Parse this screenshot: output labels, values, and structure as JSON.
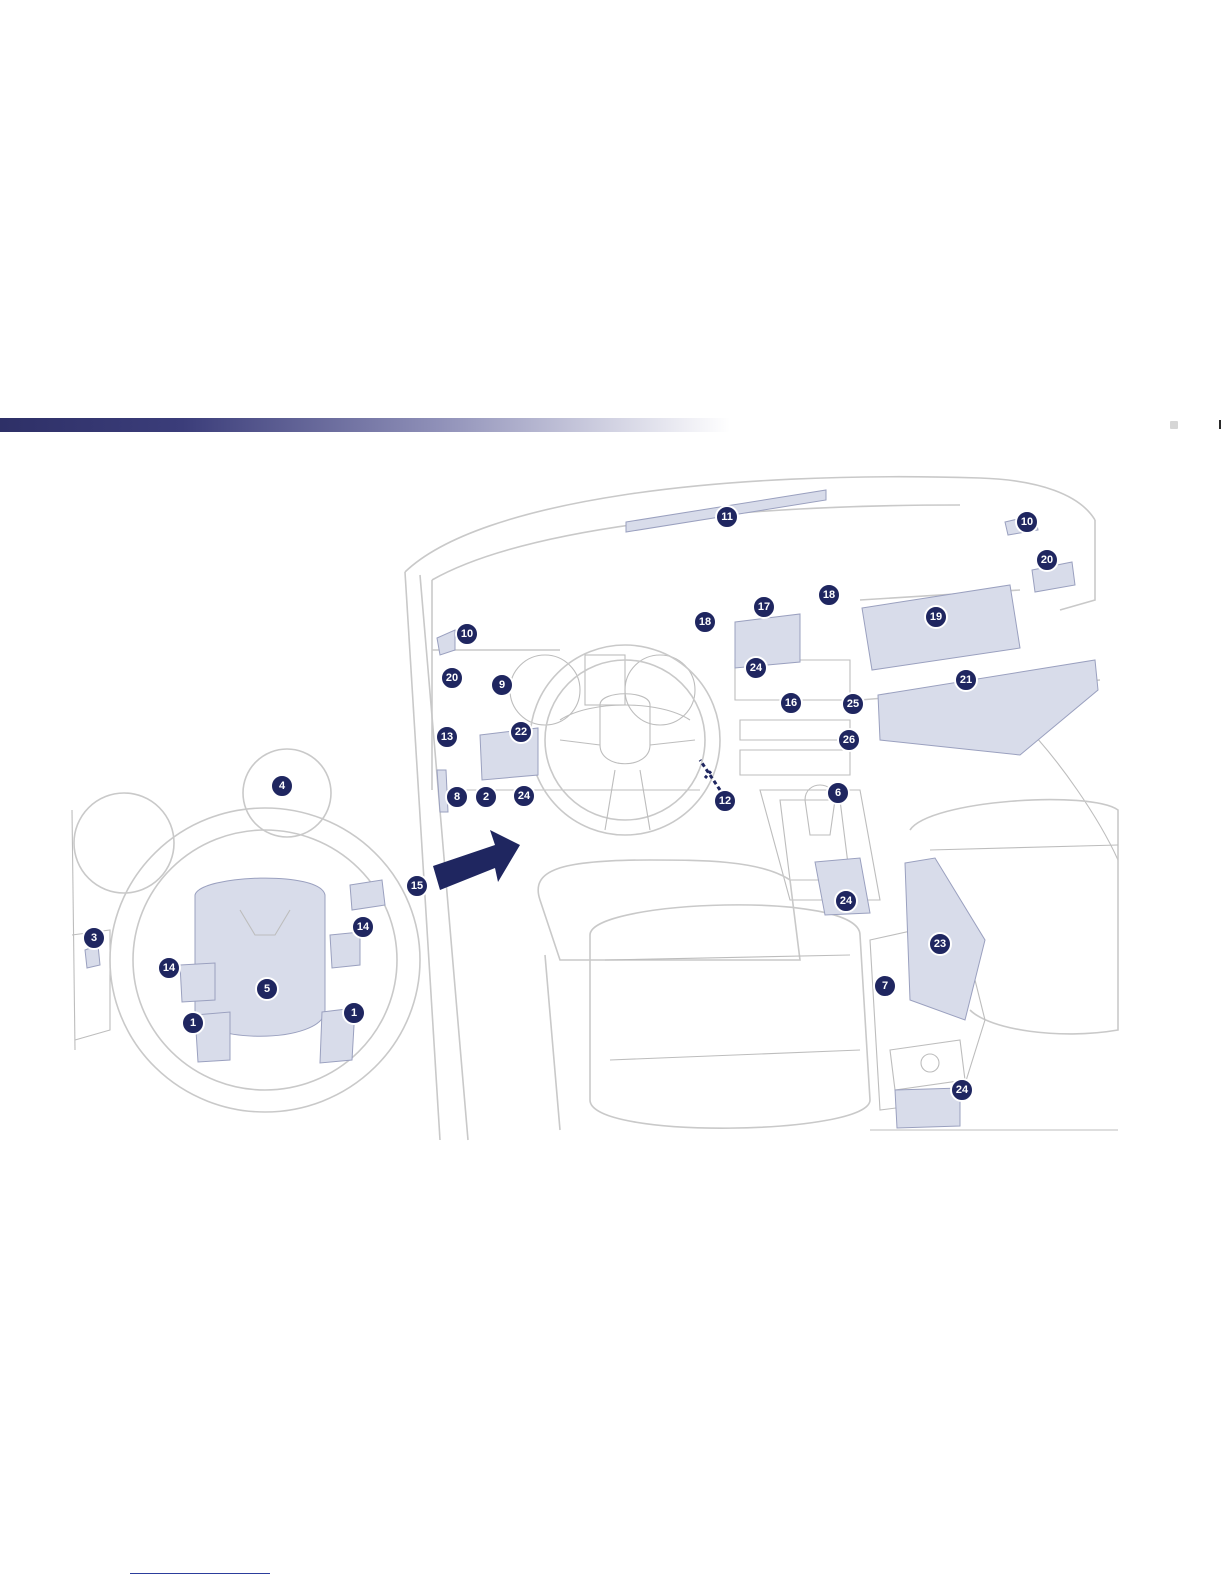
{
  "callouts": [
    "1",
    "2",
    "3",
    "4",
    "5",
    "6",
    "7",
    "8",
    "9",
    "10",
    "11",
    "12",
    "13",
    "14",
    "15",
    "16",
    "17",
    "18",
    "19",
    "20",
    "21",
    "22",
    "23",
    "24",
    "25",
    "26"
  ],
  "colors": {
    "band_start": "#2e3067",
    "band_end": "#ffffff",
    "callout": "#1f2660",
    "highlight": "#d8dcea",
    "outline": "#c9c9c9"
  }
}
